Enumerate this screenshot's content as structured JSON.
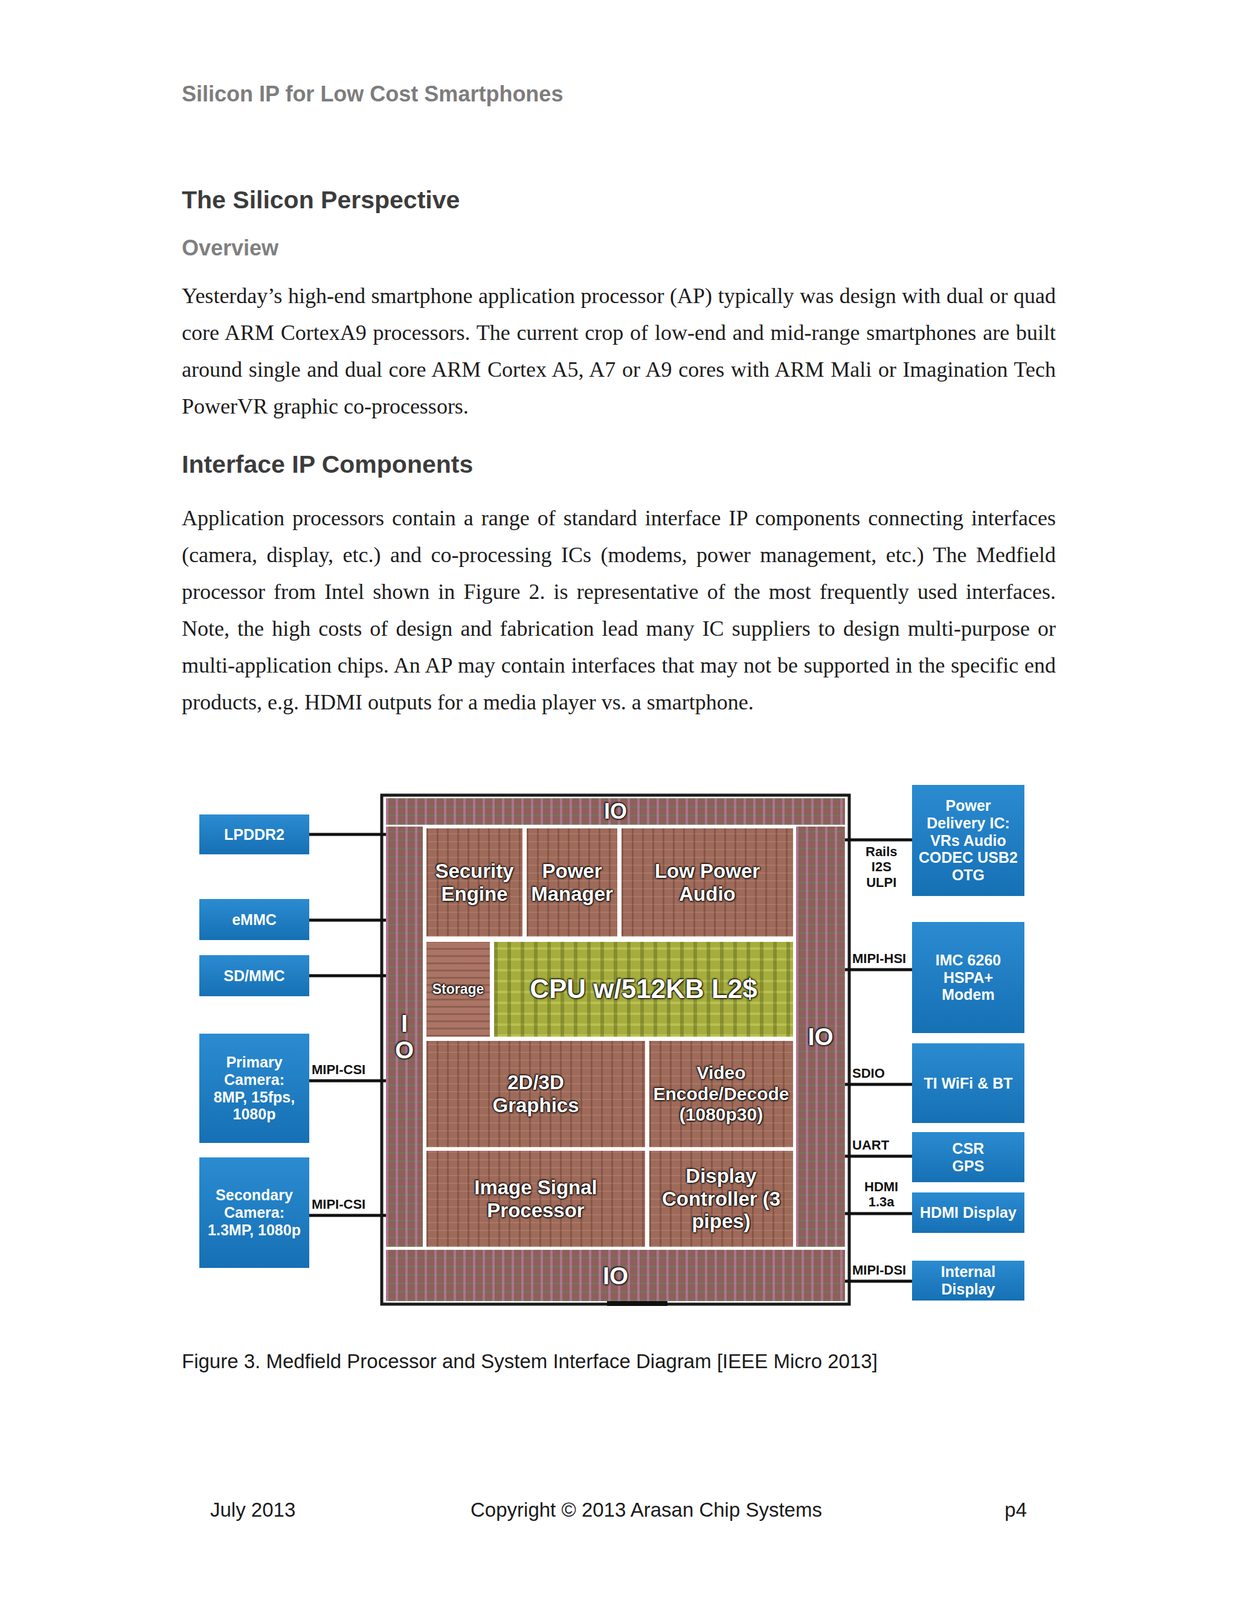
{
  "diagram": {
    "title": "The Silicon Perspective",
    "caption": "Figure 3. Medfield Processor and System Interface Diagram [IEEE Micro 2013]",
    "nodes": [
      {
        "text": [
          "LPDDR2"
        ]
      },
      {
        "text": [
          "eMMC"
        ]
      },
      {
        "text": [
          "SD/MMC"
        ]
      },
      {
        "text": [
          "Primary Camera: 8MP, 15fps, 1080p"
        ]
      },
      {
        "text": [
          "Secondary Camera: 1.3MP, 1080p"
        ]
      },
      {
        "text": [
          "IO"
        ]
      },
      {
        "text": [
          "IO"
        ]
      },
      {
        "text": [
          "Security Engine"
        ]
      },
      {
        "text": [
          "Power Manager"
        ]
      },
      {
        "text": [
          "Low Power Audio"
        ]
      },
      {
        "text": [
          "Storage"
        ]
      },
      {
        "text": [
          "CPU w/512KB L2$"
        ]
      },
      {
        "text": [
          "2D/3D Graphics"
        ]
      },
      {
        "text": [
          "Video Encode/Decode (1080p30)"
        ]
      },
      {
        "text": [
          "Image Signal Processor"
        ]
      },
      {
        "text": [
          "Display Controller (3 pipes)"
        ]
      },
      {
        "text": [
          "IO"
        ]
      },
      {
        "text": [
          "IO"
        ]
      },
      {
        "text": [
          "Power Delivery IC: VRs Audio CODEC USB2 OTG"
        ]
      },
      {
        "text": [
          "IMC 6260 HSPA+ Modem"
        ]
      },
      {
        "text": [
          "TI WiFi & BT"
        ]
      },
      {
        "text": [
          "CSR GPS"
        ]
      },
      {
        "text": [
          "HDMI Display"
        ]
      },
      {
        "text": [
          "Internal Display"
        ]
      }
    ],
    "edges": [
      {
        "from": 0,
        "to": 6,
        "arrow": "none"
      },
      {
        "from": 1,
        "to": 6,
        "arrow": "none"
      },
      {
        "from": 2,
        "to": 6,
        "arrow": "none"
      },
      {
        "from": 3,
        "to": 6,
        "label": "MIPI-CSI",
        "arrow": "none"
      },
      {
        "from": 4,
        "to": 6,
        "label": "MIPI-CSI",
        "arrow": "none"
      },
      {
        "from": 16,
        "to": 18,
        "label": "Rails I2S ULPI",
        "arrow": "none"
      },
      {
        "from": 16,
        "to": 19,
        "label": "MIPI-HSI",
        "arrow": "none"
      },
      {
        "from": 16,
        "to": 20,
        "label": "SDIO",
        "arrow": "none"
      },
      {
        "from": 16,
        "to": 21,
        "label": "UART",
        "arrow": "none"
      },
      {
        "from": 16,
        "to": 22,
        "label": "HDMI 1.3a",
        "arrow": "none"
      },
      {
        "from": 17,
        "to": 23,
        "label": "MIPI-DSI",
        "arrow": "none"
      }
    ],
    "labels": [
      "Silicon IP for Low Cost Smartphones",
      "Overview",
      "Yesterday’s high-end smartphone application processor (AP) typically was design with dual or quad core ARM CortexA9 processors. The current crop of low-end and mid-range smartphones are built around single and dual core ARM Cortex A5, A7 or A9 cores with ARM Mali or Imagination Tech PowerVR graphic co-processors.",
      "Interface IP Components",
      "Application processors contain a range of standard interface IP components connecting interfaces (camera, display, etc.) and co-processing ICs (modems, power management, etc.) The Medfield processor from Intel shown in Figure 2. is representative of the most frequently used interfaces. Note, the high costs of design and fabrication lead many IC suppliers to design multi-purpose or multi-application chips. An AP may contain interfaces that may not be supported in the specific end products, e.g. HDMI outputs for a media player vs. a smartphone.",
      "July 2013",
      "Copyright © 2013 Arasan Chip Systems",
      "p4"
    ]
  }
}
